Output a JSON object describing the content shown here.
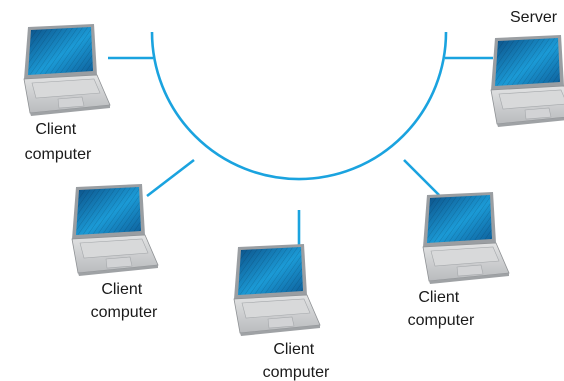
{
  "diagram": {
    "type": "network-topology",
    "colors": {
      "link": "#1aa3df",
      "screen_dark": "#0b4f86",
      "screen_light": "#1b9ad6",
      "body": "#c9cbcd",
      "body_edge": "#8e9194"
    },
    "nodes": [
      {
        "id": "client-1",
        "role": "client",
        "label_lines": [
          "Client",
          "computer"
        ]
      },
      {
        "id": "server",
        "role": "server",
        "label_lines": [
          "Server"
        ]
      },
      {
        "id": "client-2",
        "role": "client",
        "label_lines": [
          "Client",
          "computer"
        ]
      },
      {
        "id": "client-3",
        "role": "client",
        "label_lines": [
          "Client",
          "computer"
        ]
      },
      {
        "id": "client-4",
        "role": "client",
        "label_lines": [
          "Client",
          "computer"
        ]
      }
    ]
  }
}
